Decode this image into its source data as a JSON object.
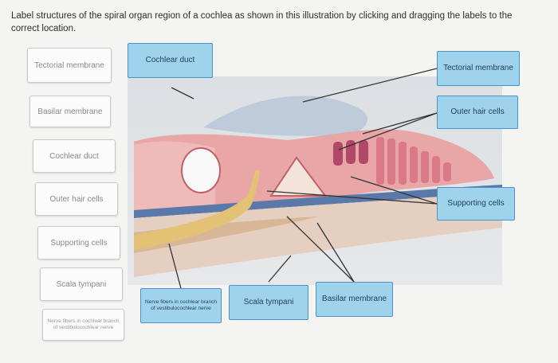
{
  "instructions": "Label structures of the spiral organ region of a cochlea as shown in this illustration by clicking and dragging the labels to the correct location.",
  "answer_bank": [
    {
      "id": "tectorial",
      "label": "Tectorial membrane"
    },
    {
      "id": "basilar",
      "label": "Basilar membrane"
    },
    {
      "id": "cochlear-duct",
      "label": "Cochlear duct"
    },
    {
      "id": "outer-hair",
      "label": "Outer hair cells"
    },
    {
      "id": "supporting",
      "label": "Supporting cells"
    },
    {
      "id": "scala-tympani",
      "label": "Scala tympani"
    },
    {
      "id": "nerve",
      "label": "Nerve fibers in cochlear branch of vestibulocochlear nerve"
    }
  ],
  "placed_labels": {
    "cochlear_duct": "Cochlear duct",
    "tectorial_membrane": "Tectorial membrane",
    "outer_hair_cells": "Outer hair cells",
    "supporting_cells": "Supporting cells",
    "nerve_fibers": "Nerve fibers in cochlear branch of vestibulocochlear nerve",
    "scala_tympani": "Scala tympani",
    "basilar_membrane": "Basilar membrane"
  },
  "colors": {
    "label_fill": "#9fd3ec",
    "label_border": "#4a93c4",
    "tissue_pink": "#e8a6a6",
    "tissue_dark": "#c0606e",
    "membrane_blue": "#b9c9d8",
    "nerve_yellow": "#e3c275"
  }
}
